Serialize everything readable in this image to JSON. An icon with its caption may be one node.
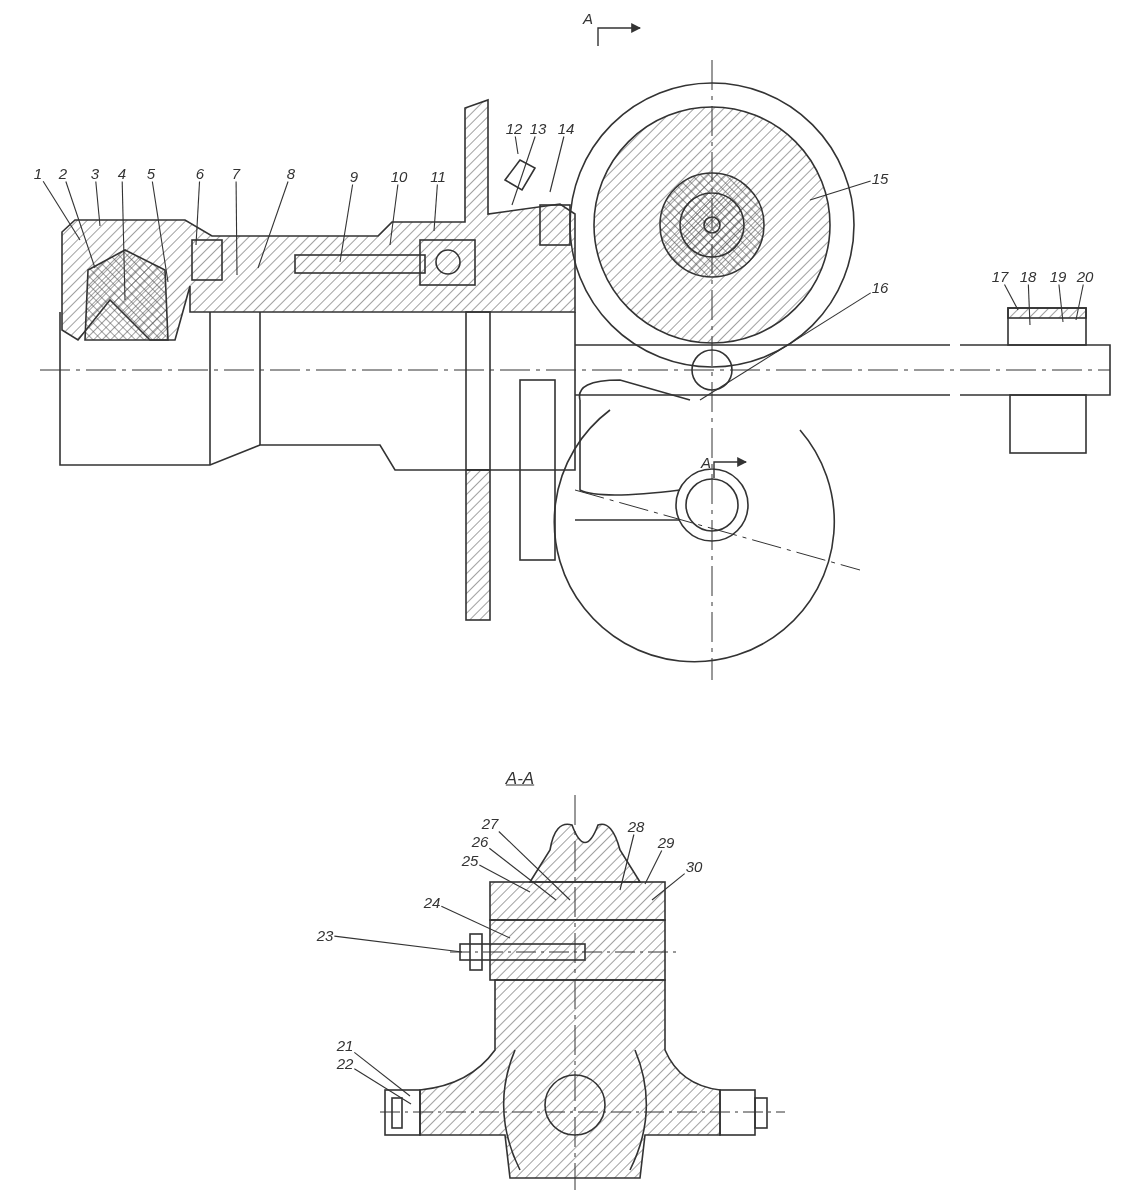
{
  "diagram": {
    "nodes": [
      {
        "text": [
          "1"
        ]
      },
      {
        "text": [
          "2"
        ]
      },
      {
        "text": [
          "3"
        ]
      },
      {
        "text": [
          "4"
        ]
      },
      {
        "text": [
          "5"
        ]
      },
      {
        "text": [
          "6"
        ]
      },
      {
        "text": [
          "7"
        ]
      },
      {
        "text": [
          "8"
        ]
      },
      {
        "text": [
          "9"
        ]
      },
      {
        "text": [
          "10"
        ]
      },
      {
        "text": [
          "11"
        ]
      },
      {
        "text": [
          "12"
        ]
      },
      {
        "text": [
          "13"
        ]
      },
      {
        "text": [
          "14"
        ]
      },
      {
        "text": [
          "15"
        ]
      },
      {
        "text": [
          "16"
        ]
      },
      {
        "text": [
          "17"
        ]
      },
      {
        "text": [
          "18"
        ]
      },
      {
        "text": [
          "19"
        ]
      },
      {
        "text": [
          "20"
        ]
      },
      {
        "text": [
          "21"
        ]
      },
      {
        "text": [
          "22"
        ]
      },
      {
        "text": [
          "23"
        ]
      },
      {
        "text": [
          "24"
        ]
      },
      {
        "text": [
          "25"
        ]
      },
      {
        "text": [
          "26"
        ]
      },
      {
        "text": [
          "27"
        ]
      },
      {
        "text": [
          "28"
        ]
      },
      {
        "text": [
          "29"
        ]
      },
      {
        "text": [
          "30"
        ]
      }
    ],
    "edges": [
      {
        "from": 0,
        "to": null,
        "arrow": "none"
      },
      {
        "from": 1,
        "to": null,
        "arrow": "none"
      },
      {
        "from": 2,
        "to": null,
        "arrow": "none"
      },
      {
        "from": 3,
        "to": null,
        "arrow": "none"
      },
      {
        "from": 4,
        "to": null,
        "arrow": "none"
      },
      {
        "from": 5,
        "to": null,
        "arrow": "none"
      },
      {
        "from": 6,
        "to": null,
        "arrow": "none"
      },
      {
        "from": 7,
        "to": null,
        "arrow": "none"
      },
      {
        "from": 8,
        "to": null,
        "arrow": "none"
      },
      {
        "from": 9,
        "to": null,
        "arrow": "none"
      },
      {
        "from": 10,
        "to": null,
        "arrow": "none"
      },
      {
        "from": 11,
        "to": null,
        "arrow": "none"
      },
      {
        "from": 12,
        "to": null,
        "arrow": "none"
      },
      {
        "from": 13,
        "to": null,
        "arrow": "none"
      },
      {
        "from": 14,
        "to": null,
        "arrow": "none"
      },
      {
        "from": 15,
        "to": null,
        "arrow": "none"
      },
      {
        "from": 16,
        "to": null,
        "arrow": "none"
      },
      {
        "from": 17,
        "to": null,
        "arrow": "none"
      },
      {
        "from": 18,
        "to": null,
        "arrow": "none"
      },
      {
        "from": 19,
        "to": null,
        "arrow": "none"
      },
      {
        "from": 20,
        "to": null,
        "arrow": "none"
      },
      {
        "from": 21,
        "to": null,
        "arrow": "none"
      },
      {
        "from": 22,
        "to": null,
        "arrow": "none"
      },
      {
        "from": 23,
        "to": null,
        "arrow": "none"
      },
      {
        "from": 24,
        "to": null,
        "arrow": "none"
      },
      {
        "from": 25,
        "to": null,
        "arrow": "none"
      },
      {
        "from": 26,
        "to": null,
        "arrow": "none"
      },
      {
        "from": 27,
        "to": null,
        "arrow": "none"
      },
      {
        "from": 28,
        "to": null,
        "arrow": "none"
      },
      {
        "from": 29,
        "to": null,
        "arrow": "none"
      }
    ],
    "labels": [
      "A",
      "A",
      "A-A"
    ]
  }
}
